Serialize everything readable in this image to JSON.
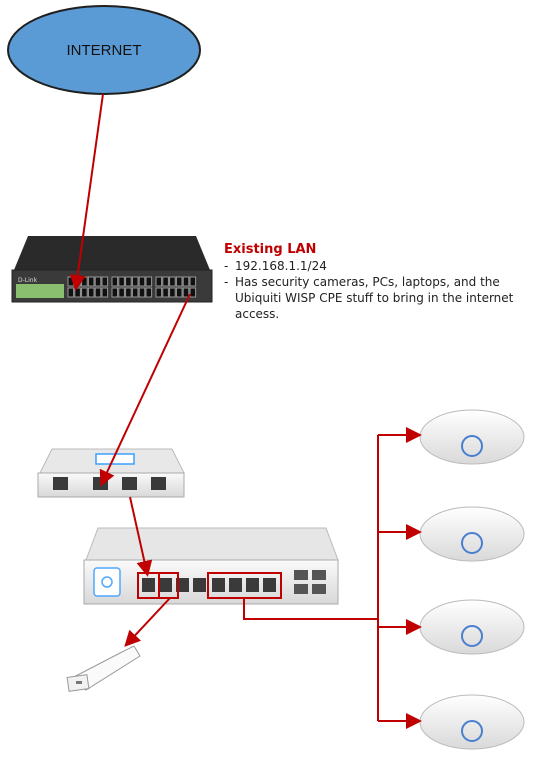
{
  "internet": {
    "label": "INTERNET"
  },
  "dlink": {
    "brand": "D-Link"
  },
  "note": {
    "title": "Existing LAN",
    "items": [
      "192.168.1.1/24",
      "Has security cameras, PCs, laptops, and the Ubiquiti WISP CPE stuff to bring in the internet access."
    ]
  },
  "colors": {
    "connection": "#c00000",
    "cloud_fill": "#5b9bd5",
    "device_white": "#f2f2f2",
    "ap_ring": "#4a7fd0"
  }
}
